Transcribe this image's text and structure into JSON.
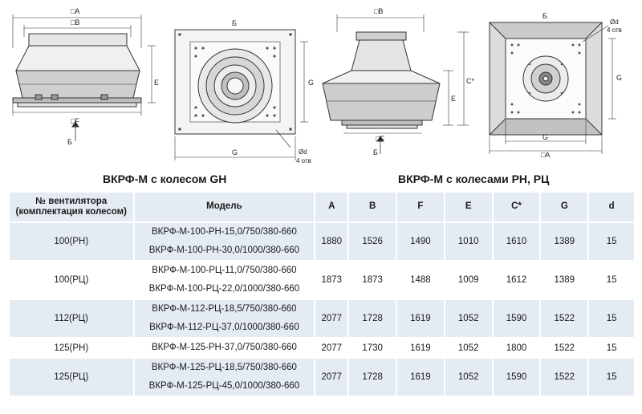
{
  "drawings": {
    "gh_side": {
      "top_label": "□A",
      "inner_label": "□B",
      "height_label": "E",
      "bottom_label": "□F",
      "arrow_label": "Б"
    },
    "gh_top": {
      "top_label": "Б",
      "side_label": "G",
      "bottom_label": "G",
      "hole_label": "Ød",
      "holes_count": "4 отв"
    },
    "rc_side": {
      "top_label": "□B",
      "height_label": "E",
      "c_label": "C*",
      "bottom_label": "□F",
      "arrow_label": "Б"
    },
    "rc_top": {
      "top_label": "Б",
      "hole_label": "Ød",
      "holes_count": "4 отв",
      "side_label": "G",
      "g_label": "G",
      "a_label": "□A"
    }
  },
  "captions": {
    "gh": "ВКРФ-М с колесом GH",
    "rc": "ВКРФ-М с колесами РН, РЦ"
  },
  "table": {
    "headers": {
      "fan_line1": "№ вентилятора",
      "fan_line2": "(комплектация колесом)",
      "model": "Модель",
      "a": "A",
      "b": "B",
      "f": "F",
      "e": "E",
      "c": "C*",
      "g": "G",
      "d": "d"
    },
    "rows": [
      {
        "fan": "100(РН)",
        "model1": "ВКРФ-М-100-РН-15,0/750/380-660",
        "model2": "ВКРФ-М-100-РН-30,0/1000/380-660",
        "a": "1880",
        "b": "1526",
        "f": "1490",
        "e": "1010",
        "c": "1610",
        "g": "1389",
        "d": "15"
      },
      {
        "fan": "100(РЦ)",
        "model1": "ВКРФ-М-100-РЦ-11,0/750/380-660",
        "model2": "ВКРФ-М-100-РЦ-22,0/1000/380-660",
        "a": "1873",
        "b": "1873",
        "f": "1488",
        "e": "1009",
        "c": "1612",
        "g": "1389",
        "d": "15"
      },
      {
        "fan": "112(РЦ)",
        "model1": "ВКРФ-М-112-РЦ-18,5/750/380-660",
        "model2": "ВКРФ-М-112-РЦ-37,0/1000/380-660",
        "a": "2077",
        "b": "1728",
        "f": "1619",
        "e": "1052",
        "c": "1590",
        "g": "1522",
        "d": "15"
      },
      {
        "fan": "125(РН)",
        "model1": "ВКРФ-М-125-РН-37,0/750/380-660",
        "a": "2077",
        "b": "1730",
        "f": "1619",
        "e": "1052",
        "c": "1800",
        "g": "1522",
        "d": "15"
      },
      {
        "fan": "125(РЦ)",
        "model1": "ВКРФ-М-125-РЦ-18,5/750/380-660",
        "model2": "ВКРФ-М-125-РЦ-45,0/1000/380-660",
        "a": "2077",
        "b": "1728",
        "f": "1619",
        "e": "1052",
        "c": "1590",
        "g": "1522",
        "d": "15"
      }
    ]
  }
}
